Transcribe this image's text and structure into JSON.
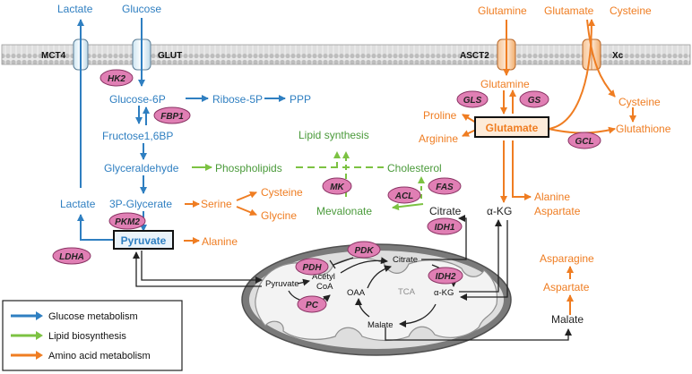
{
  "colors": {
    "glucose": "#2f7fc1",
    "lipid": "#4a9a3a",
    "amino": "#ef7d22",
    "enzyme_fill": "#e07fb4",
    "enzyme_stroke": "#8a3464",
    "text_dark": "#222222",
    "mito_outer": "#6f6f6f",
    "mito_inner": "#f1f1f1"
  },
  "membrane": {
    "transporters": [
      {
        "label": "MCT4"
      },
      {
        "label": "GLUT"
      },
      {
        "label": "ASCT2"
      },
      {
        "label": "Xc"
      }
    ]
  },
  "extracellular": {
    "lactate": "Lactate",
    "glucose": "Glucose",
    "glutamine": "Glutamine",
    "glutamate": "Glutamate",
    "cysteine": "Cysteine"
  },
  "metabolites": {
    "glucose6p": "Glucose-6P",
    "ribose5p": "Ribose-5P",
    "ppp": "PPP",
    "fructose": "Fructose1,6BP",
    "glyceraldehyde": "Glyceraldehyde",
    "phospholipids": "Phospholipids",
    "lipid_synthesis": "Lipid synthesis",
    "cholesterol": "Cholesterol",
    "p3glycerate": "3P-Glycerate",
    "serine": "Serine",
    "cysteine": "Cysteine",
    "glycine": "Glycine",
    "lactate_in": "Lactate",
    "pyruvate": "Pyruvate",
    "alanine": "Alanine",
    "mevalonate": "Mevalonate",
    "citrate": "Citrate",
    "akg": "α-KG",
    "glutamine_in": "Glutamine",
    "glutamate_in": "Glutamate",
    "proline": "Proline",
    "arginine": "Arginine",
    "cysteine_in": "Cysteine",
    "glutathione": "Glutathione",
    "alanine_r": "Alanine",
    "aspartate_r": "Aspartate",
    "asparagine": "Asparagine",
    "aspartate_r2": "Aspartate",
    "malate_out": "Malate"
  },
  "mitochondrion": {
    "pyruvate": "Pyruvate",
    "acetyl1": "Acétyl",
    "acetyl2": "CoA",
    "citrate": "Citrate",
    "tca": "TCA",
    "oaa": "OAA",
    "akg": "α-KG",
    "malate": "Malate"
  },
  "enzymes": {
    "hk2": "HK2",
    "fbp1": "FBP1",
    "pkm2": "PKM2",
    "ldha": "LDHA",
    "mk": "MK",
    "acl": "ACL",
    "fas": "FAS",
    "idh1": "IDH1",
    "gls": "GLS",
    "gs": "GS",
    "gcl": "GCL",
    "pdk": "PDK",
    "pdh": "PDH",
    "pc": "PC",
    "idh2": "IDH2"
  },
  "legend": [
    {
      "label": "Glucose metabolism",
      "color": "#2f7fc1"
    },
    {
      "label": "Lipid biosynthesis",
      "color": "#7cc242"
    },
    {
      "label": "Amino acid metabolism",
      "color": "#ef7d22"
    }
  ]
}
